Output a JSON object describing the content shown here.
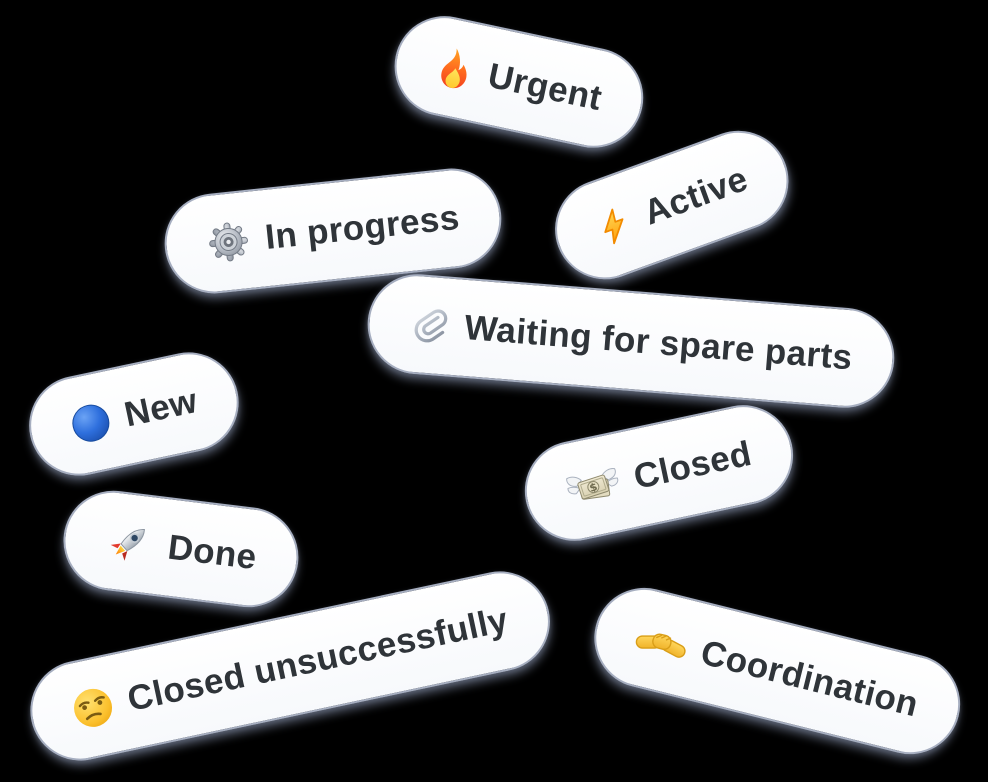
{
  "canvas": {
    "background_color": "#000000",
    "description": "Scattered rotated status tag stickers"
  },
  "colors": {
    "pill_background": "#fbfcfe",
    "pill_border": "#a6aec0",
    "label_text": "#2f3439",
    "shadow": "rgba(118,128,150,0.62)"
  },
  "badges": [
    {
      "label": "Urgent",
      "icon": "fire-icon",
      "emoji": "🔥"
    },
    {
      "label": "In progress",
      "icon": "gear-icon",
      "emoji": "⚙️"
    },
    {
      "label": "Active",
      "icon": "high-voltage-icon",
      "emoji": "⚡"
    },
    {
      "label": "Waiting for spare parts",
      "icon": "paperclip-icon",
      "emoji": "📎"
    },
    {
      "label": "New",
      "icon": "blue-circle-icon",
      "emoji": "🔵"
    },
    {
      "label": "Closed",
      "icon": "money-with-wings-icon",
      "emoji": "💸"
    },
    {
      "label": "Done",
      "icon": "rocket-icon",
      "emoji": "🚀"
    },
    {
      "label": "Closed unsuccessfully",
      "icon": "unamused-face-icon",
      "emoji": "😒"
    },
    {
      "label": "Coordination",
      "icon": "handshake-icon",
      "emoji": "🤝"
    }
  ]
}
